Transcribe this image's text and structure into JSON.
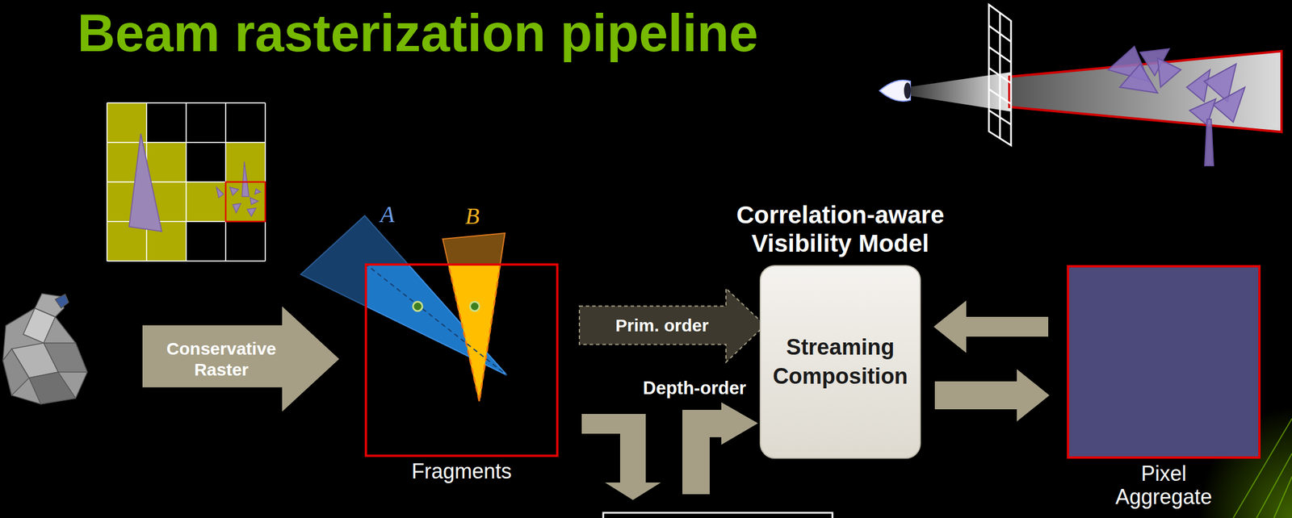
{
  "diagram": {
    "title": "Beam rasterization pipeline",
    "nodes": [
      {
        "text": [
          "Conservative Raster"
        ]
      },
      {
        "text": [
          "Fragments"
        ]
      },
      {
        "text": [
          "Prim. order"
        ]
      },
      {
        "text": [
          "Correlation-aware Visibility Model",
          "Streaming Composition"
        ]
      },
      {
        "text": [
          "Pixel Aggregate"
        ]
      }
    ],
    "edges": [
      {
        "from": 4,
        "to": 3,
        "arrow": "to"
      },
      {
        "from": 3,
        "to": 4,
        "arrow": "to"
      }
    ],
    "labels": [
      "A",
      "B",
      "Depth-order"
    ]
  }
}
